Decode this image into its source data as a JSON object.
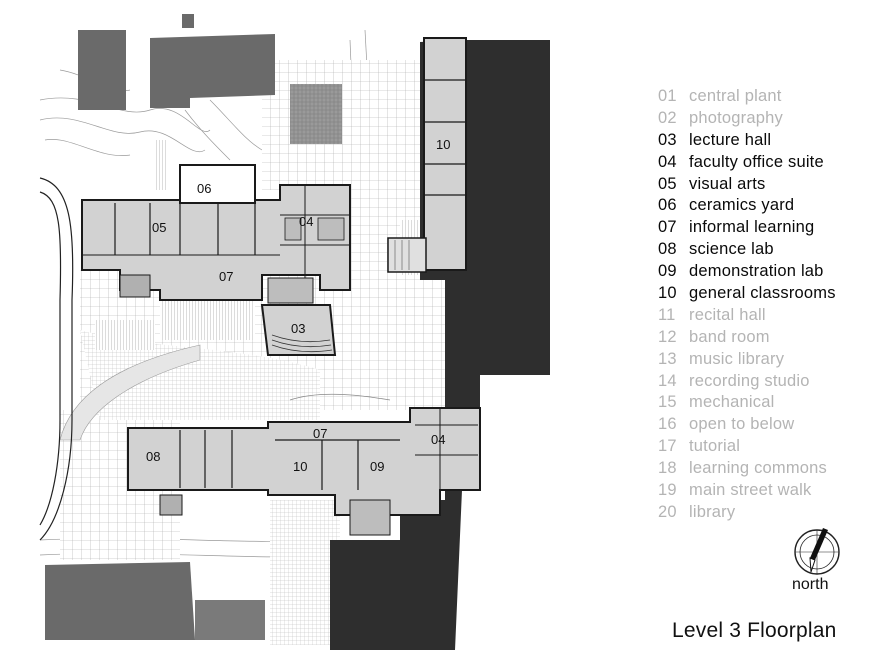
{
  "plan": {
    "room_labels": {
      "r06": "06",
      "r05": "05",
      "r04a": "04",
      "r07a": "07",
      "r03": "03",
      "r10a": "10",
      "r08": "08",
      "r07b": "07",
      "r10b": "10",
      "r09": "09",
      "r04b": "04"
    },
    "colors": {
      "room_fill": "#d2d2d2",
      "dark_building": "#2e2e2e",
      "context_building": "#6a6a6a",
      "line": "#888888",
      "wall": "#1a1a1a"
    }
  },
  "legend": {
    "items": [
      {
        "num": "01",
        "label": "central plant",
        "active": false
      },
      {
        "num": "02",
        "label": "photography",
        "active": false
      },
      {
        "num": "03",
        "label": "lecture hall",
        "active": true
      },
      {
        "num": "04",
        "label": "faculty office suite",
        "active": true
      },
      {
        "num": "05",
        "label": "visual arts",
        "active": true
      },
      {
        "num": "06",
        "label": "ceramics yard",
        "active": true
      },
      {
        "num": "07",
        "label": "informal learning",
        "active": true
      },
      {
        "num": "08",
        "label": "science lab",
        "active": true
      },
      {
        "num": "09",
        "label": "demonstration lab",
        "active": true
      },
      {
        "num": "10",
        "label": "general classrooms",
        "active": true
      },
      {
        "num": "11",
        "label": "recital hall",
        "active": false
      },
      {
        "num": "12",
        "label": "band room",
        "active": false
      },
      {
        "num": "13",
        "label": "music library",
        "active": false
      },
      {
        "num": "14",
        "label": "recording studio",
        "active": false
      },
      {
        "num": "15",
        "label": "mechanical",
        "active": false
      },
      {
        "num": "16",
        "label": "open to below",
        "active": false
      },
      {
        "num": "17",
        "label": "tutorial",
        "active": false
      },
      {
        "num": "18",
        "label": "learning commons",
        "active": false
      },
      {
        "num": "19",
        "label": "main street walk",
        "active": false
      },
      {
        "num": "20",
        "label": "library",
        "active": false
      }
    ],
    "active_color": "#0a0a0a",
    "inactive_color": "#b4b4b4"
  },
  "compass": {
    "north_label": "north",
    "icon": "north-arrow-icon"
  },
  "title": "Level 3 Floorplan"
}
